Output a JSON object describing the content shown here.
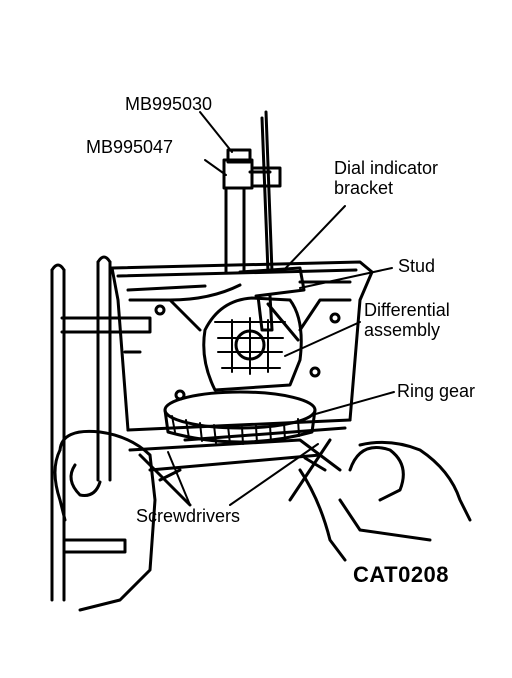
{
  "callouts": {
    "mb995030": "MB995030",
    "mb995047": "MB995047",
    "dial_indicator_line1": "Dial indicator",
    "dial_indicator_line2": "bracket",
    "stud": "Stud",
    "differential_line1": "Differential",
    "differential_line2": "assembly",
    "ring_gear": "Ring gear",
    "screwdrivers": "Screwdrivers"
  },
  "figure_code": "CAT0208",
  "colors": {
    "ink": "#000000",
    "paper": "#ffffff"
  }
}
